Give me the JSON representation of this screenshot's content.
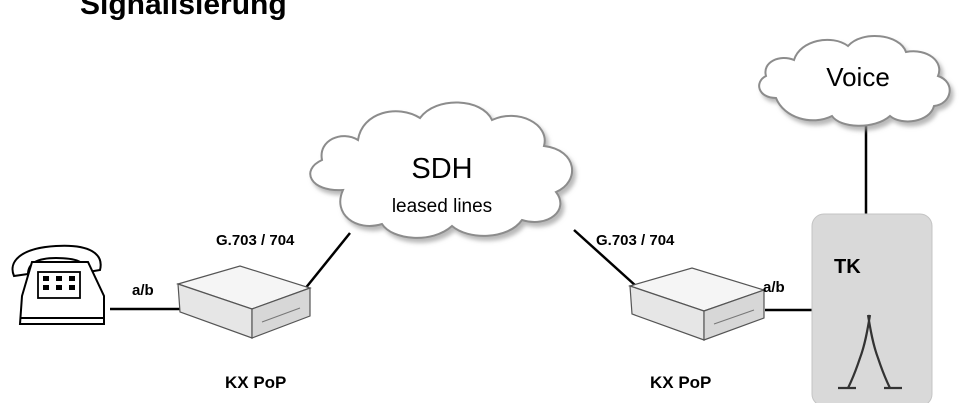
{
  "title": "Signalisierung",
  "clouds": {
    "sdh": {
      "name": "SDH",
      "sub": "leased lines"
    },
    "voice": {
      "name": "Voice"
    }
  },
  "links": {
    "ab_left": "a/b",
    "ab_right": "a/b",
    "g703_left": "G.703 / 704",
    "g703_right": "G.703 / 704"
  },
  "devices": {
    "left_label": "KX PoP",
    "right_label": "KX PoP"
  },
  "tk": {
    "label": "TK"
  },
  "colors": {
    "cloud_fill": "#ffffff",
    "cloud_stroke": "#8c8c8c",
    "tk_fill": "#d9d9d9",
    "device_fill": "#f3f3f3",
    "line": "#000000"
  },
  "icons": [
    "telephone-icon",
    "modem-icon",
    "cloud-icon",
    "switch-cross-icon"
  ]
}
